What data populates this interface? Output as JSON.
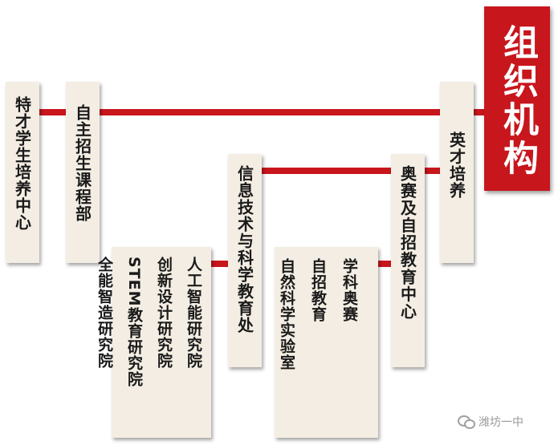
{
  "title": "组织机构",
  "boxes": {
    "tecai": "特才学生培养中心",
    "zizhu": "自主招生课程部",
    "xinxi": "信息技术与科学教育处",
    "aosai": "奥赛及自招教育中心",
    "yingcai": "英才培养"
  },
  "institutes": [
    "人工智能研究院",
    "创新设计研究院",
    "STEM教育研究院",
    "全能智造研究院"
  ],
  "labs": [
    "学科奥赛",
    "自招教育",
    "自然科学实验室"
  ],
  "watermark": "潍坊一中",
  "colors": {
    "accent": "#c8161d",
    "box": "#f3ede3"
  }
}
